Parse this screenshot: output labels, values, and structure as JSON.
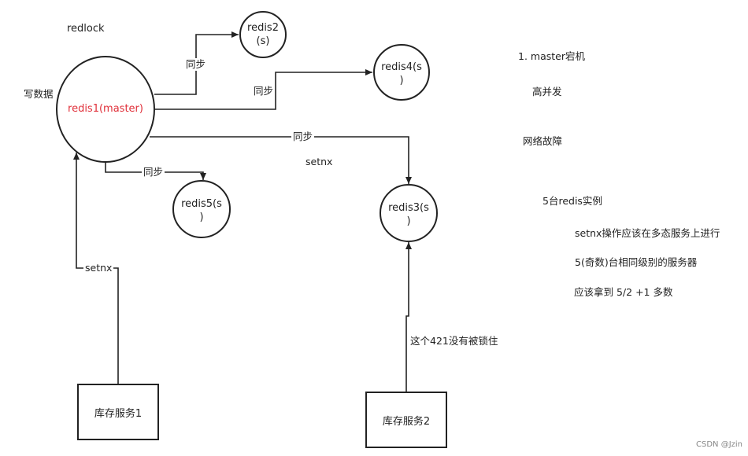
{
  "diagram": {
    "title": "redlock",
    "write_label": "写数据",
    "nodes": {
      "redis1": "redis1(master)",
      "redis2_line1": "redis2",
      "redis2_line2": "(s)",
      "redis4_line1": "redis4(s",
      "redis4_line2": ")",
      "redis5_line1": "redis5(s",
      "redis5_line2": ")",
      "redis3_line1": "redis3(s",
      "redis3_line2": ")"
    },
    "edges": {
      "sync_r2": "同步",
      "sync_r4": "同步",
      "sync_r3": "同步",
      "sync_r5": "同步",
      "setnx_left": "setnx",
      "setnx_mid": "setnx",
      "not_locked": "这个421没有被锁住"
    },
    "services": {
      "service1": "库存服务1",
      "service2": "库存服务2"
    },
    "notes": [
      "1. master宕机",
      "高并发",
      "网络故障",
      "5台redis实例",
      "setnx操作应该在多态服务上进行",
      "5(奇数)台相同级别的服务器",
      "应该拿到 5/2 +1 多数"
    ],
    "watermark": "CSDN @Jzin",
    "colors": {
      "stroke": "#222222",
      "master_text": "#e0303a"
    }
  }
}
